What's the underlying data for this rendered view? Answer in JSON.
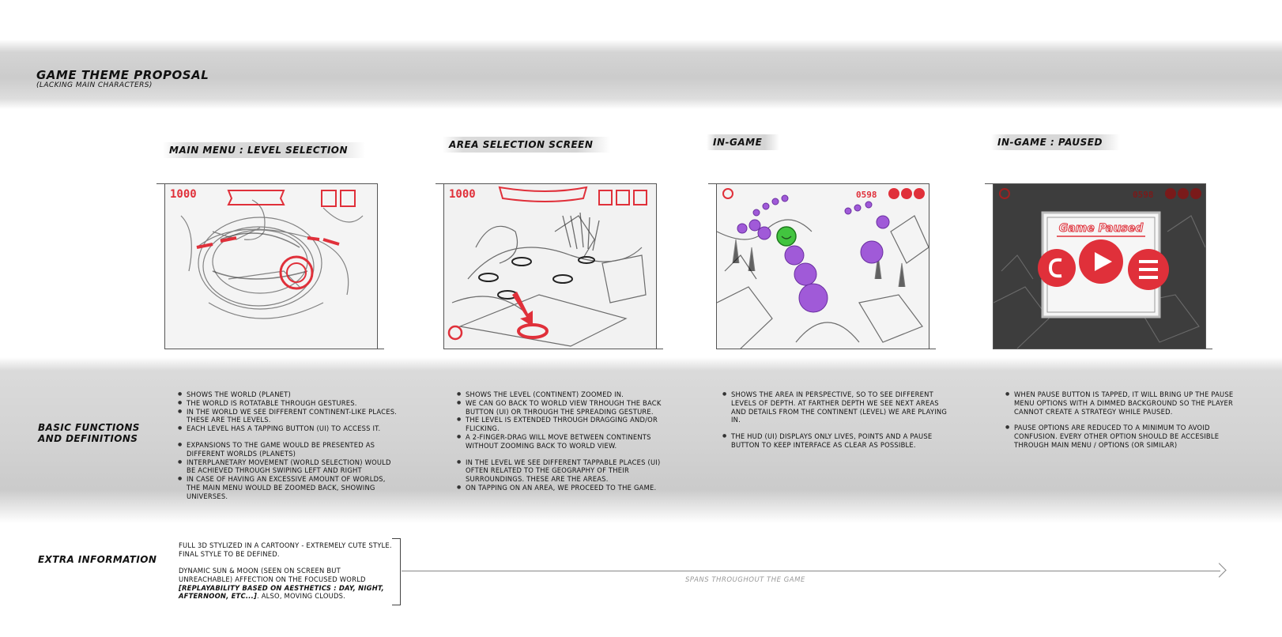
{
  "header": {
    "title": "Game Theme Proposal",
    "subtitle": "(lacking main characters)"
  },
  "columns": [
    {
      "heading": "Main Menu : Level Selection",
      "hud_score": "1000",
      "notes": [
        "Shows the WORLD (planet)",
        "The world is rotatable through gestures.",
        "In the world we see different continent-like places. These are the LEVELS.",
        "Each level has a tapping button (UI) to access it.",
        "Expansions to the game would be presented as different worlds (planets)",
        "Interplanetary movement (world selection) would be achieved through swiping left and right",
        "In case of having an excessive amount of worlds, the main menu would be zoomed back, showing UNIVERSES."
      ]
    },
    {
      "heading": "Area Selection Screen",
      "hud_score": "1000",
      "notes": [
        "Shows the LEVEL (continent) zoomed in.",
        "We can go back to world view trhough the back button (UI) or through the spreading gesture.",
        "The level is extended through dragging and/or flicking.",
        "A 2-finger-drag will move between continents without zooming back to world view.",
        "In the level we see different tappable places (UI) often related to the geography of their surroundings. These are the AREAS.",
        "On tapping on an area, we proceed to the game."
      ]
    },
    {
      "heading": "In-Game",
      "hud_score": "0598",
      "notes": [
        "Shows the AREA in perspective, so to see different levels of depth. At farther depth we see next areas and details from the continent (LEVEL) we are playing in.",
        "The HUD (UI) displays only LIVES, POINTS and a PAUSE BUTTON to keep interface as clear as possible."
      ]
    },
    {
      "heading": "In-Game : Paused",
      "hud_score": "0598",
      "paused_label": "Game Paused",
      "notes": [
        "When pause button is tapped, it will bring up the pause menu options with a dimmed background so the player cannot create a strategy while paused.",
        "Pause options are reduced to a minimum to avoid confusion. Every other option should be accesible through main menu / options (or similar)"
      ]
    }
  ],
  "rows": {
    "basic_label_line1": "Basic Functions",
    "basic_label_line2": "and Definitions",
    "extra_label": "Extra Information"
  },
  "extra": {
    "line1": "Full 3D stylized in a cartoony - extremely cute style. Final style to be defined.",
    "line2_plain": "Dynamic sun & moon (seen on screen but unreachable) affection on the focused world",
    "line2_bold": "[Replayability based on aesthetics : day, night, afternoon, etc...]",
    "line2_tail": ". Also, moving clouds.",
    "span_label": "Spans throughout the game"
  },
  "colors": {
    "accent_red": "#e0303a",
    "bubble_purple": "#a05ad8",
    "bubble_green": "#42c43f",
    "sketch_gray": "#555555"
  }
}
